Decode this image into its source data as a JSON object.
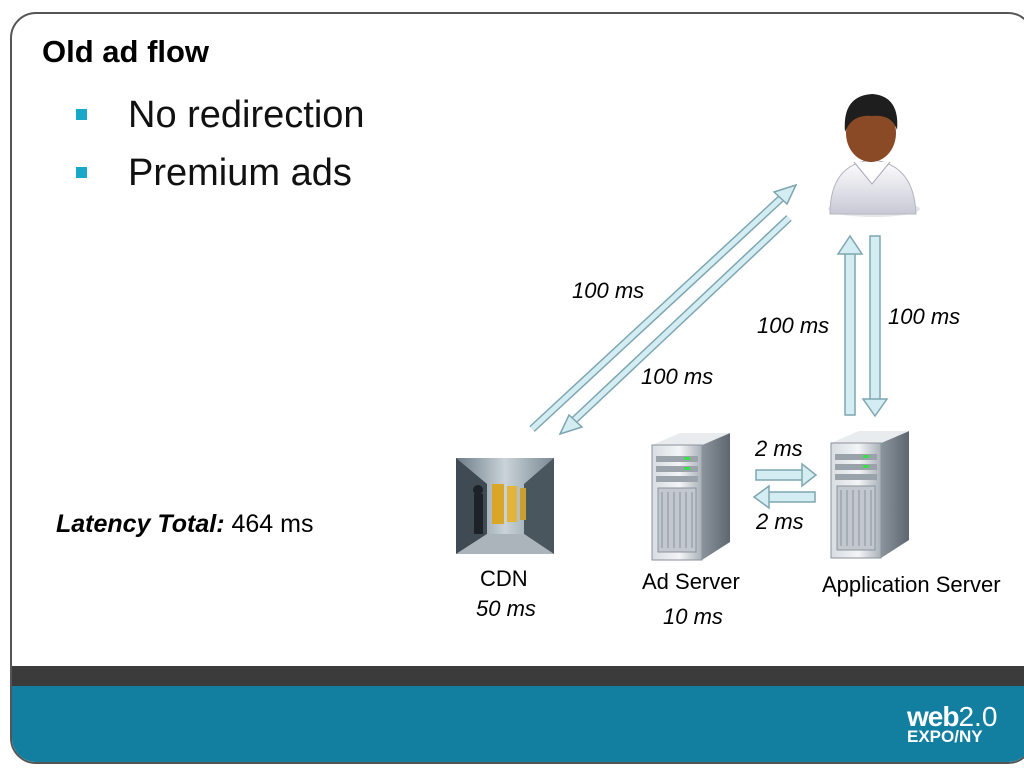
{
  "slide": {
    "title": "Old ad flow",
    "bullets": [
      "No redirection",
      "Premium ads"
    ],
    "latency": {
      "label": "Latency Total:",
      "value": "464 ms"
    }
  },
  "diagram": {
    "nodes": {
      "cdn": {
        "label": "CDN",
        "latency": "50 ms",
        "icon": "server-room-photo"
      },
      "ad_server": {
        "label": "Ad Server",
        "latency": "10 ms",
        "icon": "server-tower-icon"
      },
      "app_server": {
        "label": "Application Server",
        "icon": "server-tower-icon"
      },
      "user": {
        "icon": "user-avatar-icon"
      }
    },
    "edges": {
      "cdn_to_user": "100 ms",
      "user_to_cdn": "100 ms",
      "app_to_user": "100 ms",
      "user_to_app": "100 ms",
      "ad_to_app": "2 ms",
      "app_to_ad": "2 ms"
    }
  },
  "footer": {
    "logo": {
      "web": "web",
      "version": "2.0",
      "expo": "EXPO/NY"
    },
    "colors": {
      "dark_bar": "#3b3b3b",
      "blue_bar": "#127fa1",
      "bullet": "#1aa8c8",
      "arrow": "#b9dfe6"
    }
  }
}
